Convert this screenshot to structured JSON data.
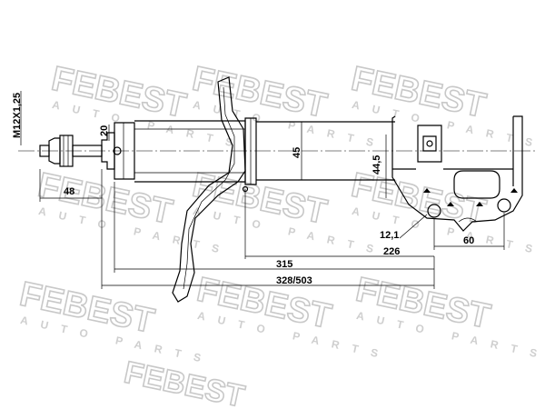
{
  "watermark": {
    "brand": "FEBEST",
    "tagline": "AUTO PARTS",
    "color": "#c8c8c8"
  },
  "dimensions": {
    "thread": "M12X1,25",
    "rod_length": "48",
    "top_step": "20",
    "tube_diameter": "45",
    "bracket_height": "44,5",
    "hole_diameter": "12,1",
    "bracket_width": "60",
    "to_bracket": "226",
    "body_length": "315",
    "total_length": "328/503"
  }
}
